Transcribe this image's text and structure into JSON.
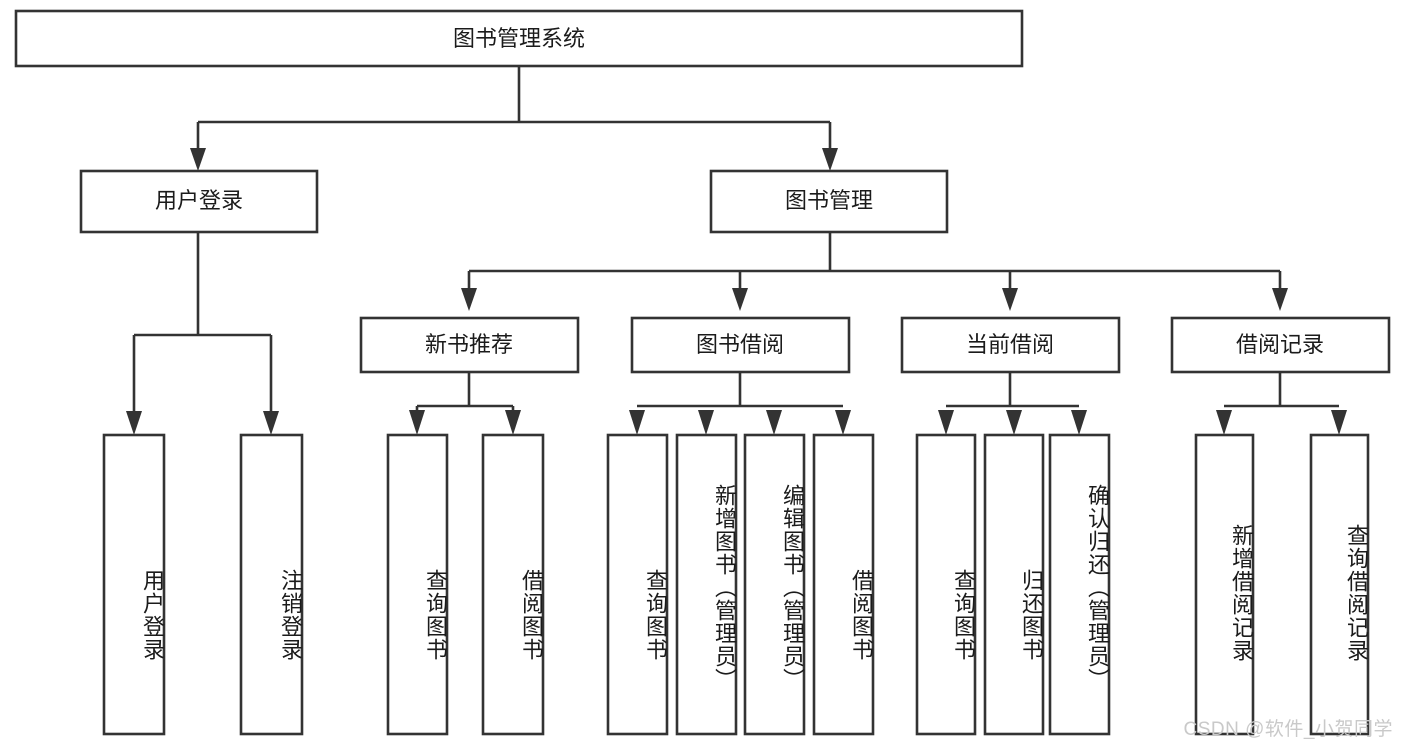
{
  "diagram": {
    "type": "tree",
    "title": "图书管理系统",
    "root": {
      "label": "图书管理系统",
      "children": [
        {
          "label": "用户登录",
          "children": [
            {
              "label": "用户登录"
            },
            {
              "label": "注销登录"
            }
          ]
        },
        {
          "label": "图书管理",
          "children": [
            {
              "label": "新书推荐",
              "children": [
                {
                  "label": "查询图书"
                },
                {
                  "label": "借阅图书"
                }
              ]
            },
            {
              "label": "图书借阅",
              "children": [
                {
                  "label": "查询图书"
                },
                {
                  "label": "新增图书（管理员）"
                },
                {
                  "label": "编辑图书（管理员）"
                },
                {
                  "label": "借阅图书"
                }
              ]
            },
            {
              "label": "当前借阅",
              "children": [
                {
                  "label": "查询图书"
                },
                {
                  "label": "归还图书"
                },
                {
                  "label": "确认归还（管理员）"
                }
              ]
            },
            {
              "label": "借阅记录",
              "children": [
                {
                  "label": "新增借阅记录"
                },
                {
                  "label": "查询借阅记录"
                }
              ]
            }
          ]
        }
      ]
    },
    "nodes": {
      "root": {
        "label": "图书管理系统"
      },
      "l1_user_login": {
        "label": "用户登录"
      },
      "l1_book_manage": {
        "label": "图书管理"
      },
      "l2_new_book": {
        "label": "新书推荐"
      },
      "l2_borrow": {
        "label": "图书借阅"
      },
      "l2_current": {
        "label": "当前借阅"
      },
      "l2_record": {
        "label": "借阅记录"
      },
      "leaf_user_login": {
        "label": "用户登录"
      },
      "leaf_logout": {
        "label": "注销登录"
      },
      "leaf_nb_query": {
        "label": "查询图书"
      },
      "leaf_nb_borrow": {
        "label": "借阅图书"
      },
      "leaf_jy_query": {
        "label": "查询图书"
      },
      "leaf_jy_add": {
        "label": "新增图书（管理员）"
      },
      "leaf_jy_edit": {
        "label": "编辑图书（管理员）"
      },
      "leaf_jy_borrow": {
        "label": "借阅图书"
      },
      "leaf_dq_query": {
        "label": "查询图书"
      },
      "leaf_dq_return": {
        "label": "归还图书"
      },
      "leaf_dq_confirm": {
        "label": "确认归还（管理员）"
      },
      "leaf_jl_add": {
        "label": "新增借阅记录"
      },
      "leaf_jl_query": {
        "label": "查询借阅记录"
      }
    },
    "colors": {
      "box_fill": "#ffffff",
      "box_stroke": "#333333",
      "connector": "#333333",
      "text": "#1b1b1b",
      "watermark": "#c9c9c9"
    }
  },
  "watermark": {
    "text": "CSDN @软件_小贺同学"
  }
}
